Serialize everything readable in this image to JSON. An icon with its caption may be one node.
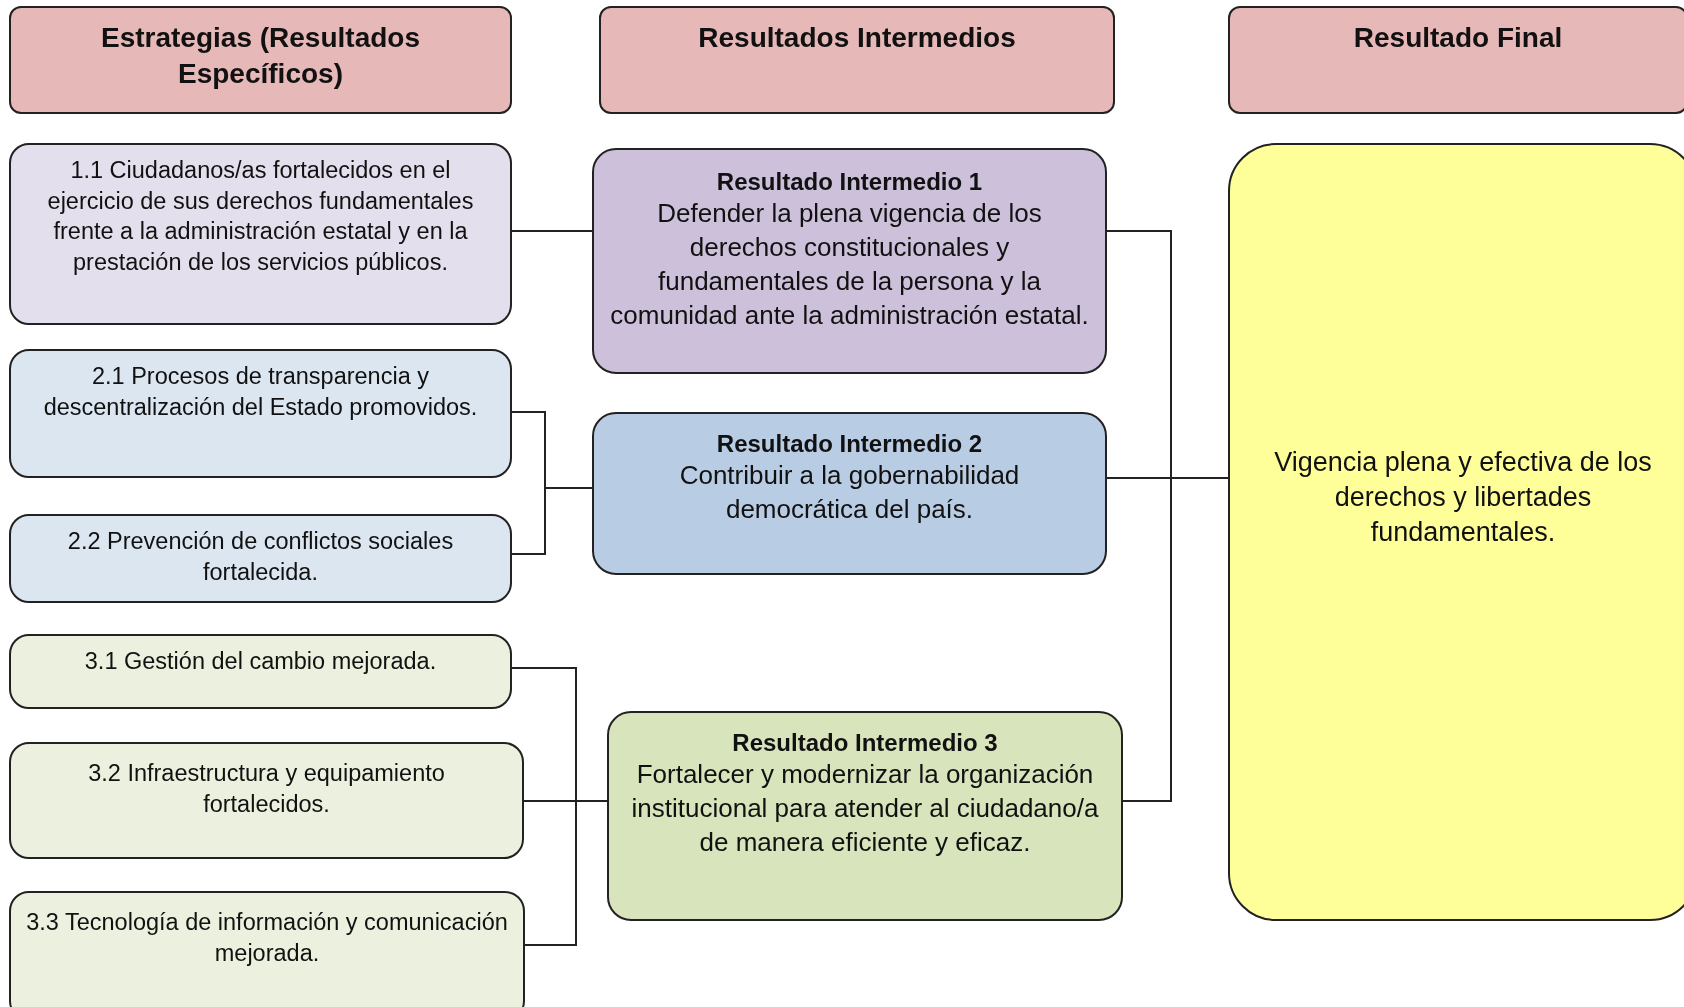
{
  "diagram": {
    "nodes": [
      {
        "text": [
          "Estrategias (Resultados Específicos)"
        ]
      },
      {
        "text": [
          "Resultados Intermedios"
        ]
      },
      {
        "text": [
          "Resultado Final"
        ]
      },
      {
        "text": [
          "1.1 Ciudadanos/as fortalecidos en el ejercicio de sus derechos fundamentales frente a la administración estatal y en la prestación de los servicios públicos."
        ]
      },
      {
        "text": [
          "2.1 Procesos de transparencia y descentralización del Estado promovidos."
        ]
      },
      {
        "text": [
          "2.2 Prevención de conflictos sociales fortalecida."
        ]
      },
      {
        "text": [
          "3.1 Gestión del cambio mejorada."
        ]
      },
      {
        "text": [
          "3.2 Infraestructura y equipamiento fortalecidos."
        ]
      },
      {
        "text": [
          "3.3 Tecnología de información y comunicación mejorada."
        ]
      },
      {
        "text": [
          "Resultado Intermedio 1",
          "Defender la plena vigencia de los derechos constitucionales y fundamentales de la persona y la comunidad ante la administración estatal."
        ]
      },
      {
        "text": [
          "Resultado Intermedio 2",
          "Contribuir a la gobernabilidad democrática del país."
        ]
      },
      {
        "text": [
          "Resultado Intermedio 3",
          "Fortalecer y modernizar la organización institucional para atender al ciudadano/a de manera eficiente y eficaz."
        ]
      },
      {
        "text": [
          "Vigencia plena y efectiva de los derechos y libertades fundamentales."
        ]
      }
    ],
    "edges": [
      {
        "from": 3,
        "to": 9,
        "arrow": "none"
      },
      {
        "from": 4,
        "to": 10,
        "arrow": "none"
      },
      {
        "from": 5,
        "to": 10,
        "arrow": "none"
      },
      {
        "from": 6,
        "to": 11,
        "arrow": "none"
      },
      {
        "from": 7,
        "to": 11,
        "arrow": "none"
      },
      {
        "from": 8,
        "to": 11,
        "arrow": "none"
      },
      {
        "from": 9,
        "to": 12,
        "arrow": "none"
      },
      {
        "from": 10,
        "to": 12,
        "arrow": "none"
      },
      {
        "from": 11,
        "to": 12,
        "arrow": "none"
      }
    ]
  }
}
